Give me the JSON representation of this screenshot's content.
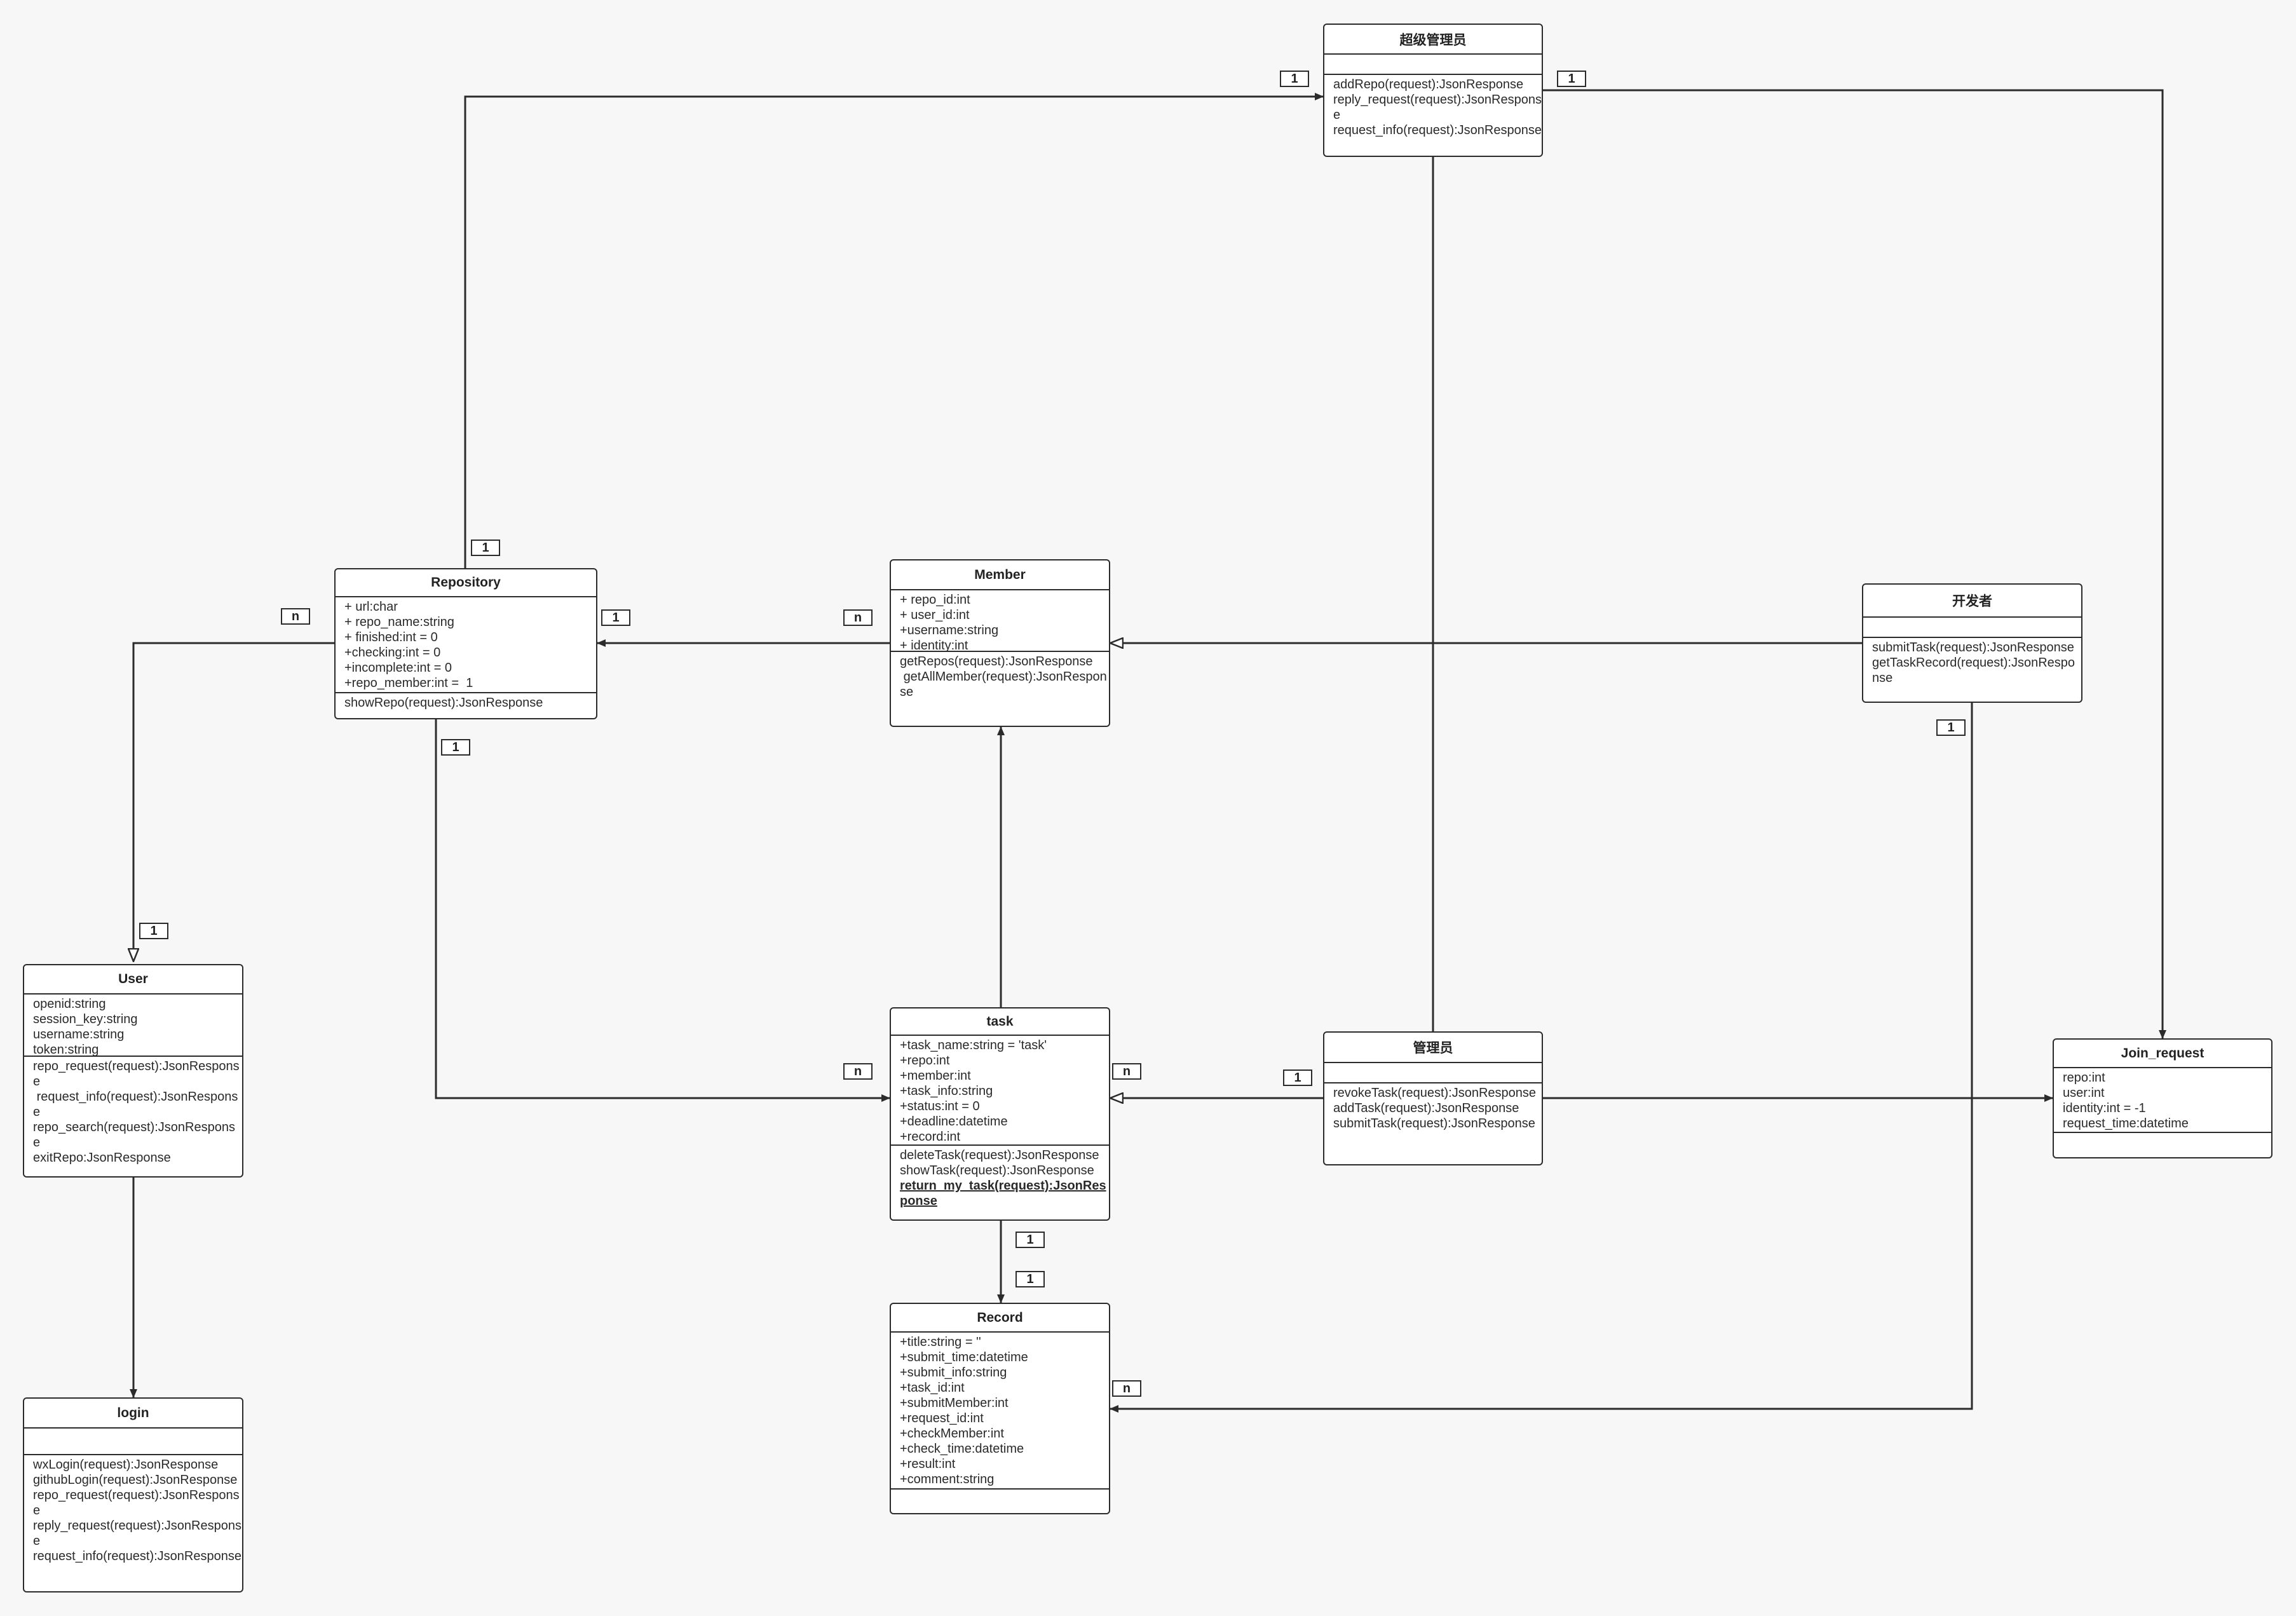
{
  "classes": {
    "super_admin": {
      "name": "超级管理员",
      "attributes": [],
      "methods": [
        "addRepo(request):JsonResponse",
        "reply_request(request):JsonResponse",
        "request_info(request):JsonResponse"
      ]
    },
    "repository": {
      "name": "Repository",
      "attributes": [
        "+ url:char",
        "+ repo_name:string",
        "+ finished:int = 0",
        "+checking:int = 0",
        "+incomplete:int = 0",
        "+repo_member:int =  1"
      ],
      "methods": [
        "showRepo(request):JsonResponse"
      ]
    },
    "member": {
      "name": "Member",
      "attributes": [
        "+ repo_id:int",
        "+ user_id:int",
        "+username:string",
        "+ identity:int"
      ],
      "methods": [
        "getRepos(request):JsonResponse",
        " getAllMember(request):JsonResponse"
      ]
    },
    "developer": {
      "name": "开发者",
      "attributes": [],
      "methods": [
        "submitTask(request):JsonResponse",
        "getTaskRecord(request):JsonResponse"
      ]
    },
    "user": {
      "name": "User",
      "attributes": [
        "openid:string",
        "session_key:string",
        "username:string",
        "token:string"
      ],
      "methods": [
        "repo_request(request):JsonResponse",
        " request_info(request):JsonResponse",
        "repo_search(request):JsonResponse",
        "exitRepo:JsonResponse"
      ]
    },
    "task": {
      "name": "task",
      "attributes": [
        "+task_name:string = 'task'",
        "+repo:int",
        "+member:int",
        "+task_info:string",
        "+status:int = 0",
        "+deadline:datetime",
        "+record:int"
      ],
      "methods": [
        "deleteTask(request):JsonResponse",
        "showTask(request):JsonResponse"
      ],
      "static_method": "return_my_task(request):JsonResponse"
    },
    "admin": {
      "name": "管理员",
      "attributes": [],
      "methods": [
        "revokeTask(request):JsonResponse",
        "addTask(request):JsonResponse",
        "submitTask(request):JsonResponse"
      ]
    },
    "join_request": {
      "name": "Join_request",
      "attributes": [
        "repo:int",
        "user:int",
        "identity:int = -1",
        "request_time:datetime"
      ],
      "methods": []
    },
    "record": {
      "name": "Record",
      "attributes": [
        "+title:string = ''",
        "+submit_time:datetime",
        "+submit_info:string",
        "+task_id:int",
        "+submitMember:int",
        "+request_id:int",
        "+checkMember:int",
        "+check_time:datetime",
        "+result:int",
        "+comment:string"
      ],
      "methods": []
    },
    "login": {
      "name": "login",
      "attributes": [],
      "methods": [
        "wxLogin(request):JsonResponse",
        "githubLogin(request):JsonResponse",
        "repo_request(request):JsonResponse",
        "reply_request(request):JsonResponse",
        "request_info(request):JsonResponse"
      ]
    }
  },
  "multiplicities": {
    "superadmin_left": "1",
    "superadmin_right": "1",
    "repo_top": "1",
    "repo_left_n": "n",
    "repo_right_1": "1",
    "member_left_n": "n",
    "repo_bottom_1": "1",
    "user_top_1": "1",
    "developer_bottom_1": "1",
    "task_left_n": "n",
    "task_right_n": "n",
    "admin_left_1": "1",
    "task_bottom_1": "1",
    "record_top_1": "1",
    "record_right_n": "n"
  },
  "colors": {
    "line": "#2b2b2b",
    "background": "#f7f7f7",
    "box": "#ffffff"
  }
}
